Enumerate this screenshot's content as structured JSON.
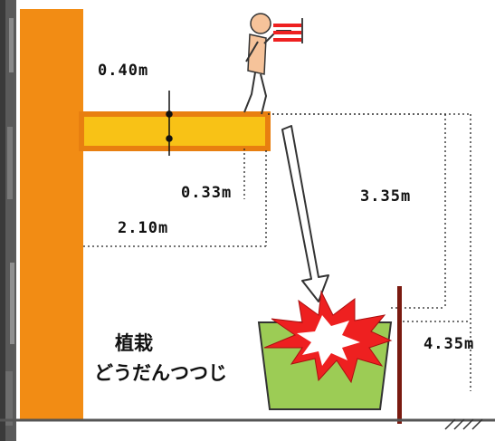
{
  "dimensions": {
    "slab_thickness": "0.40m",
    "sill_drop": "0.33m",
    "overhang": "2.10m",
    "height_above_hedge": "3.35m",
    "height_to_ground": "4.35m"
  },
  "planting": {
    "label": "植栽",
    "species": "どうだんつつじ"
  },
  "colors": {
    "wall": "#f28c14",
    "slab": "#f8c216",
    "slab_edge": "#e87f10",
    "pot": "#9ccc55",
    "pole": "#7a1a10",
    "impact_red": "#ee2020",
    "person_skin": "#f6c39a"
  }
}
